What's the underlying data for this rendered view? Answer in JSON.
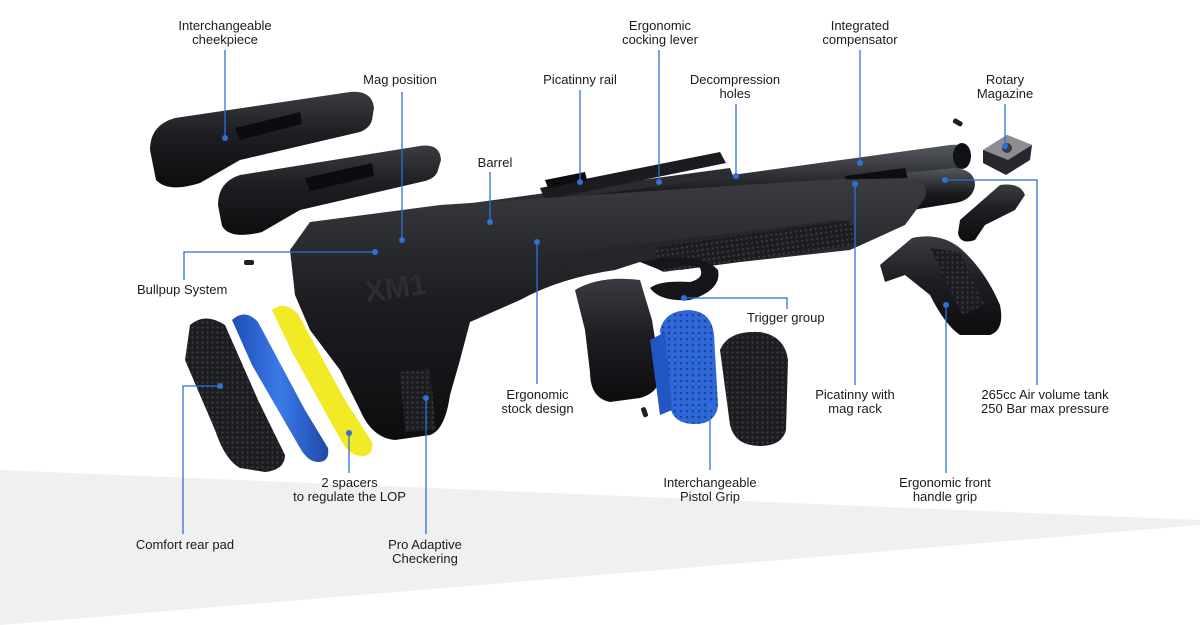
{
  "colors": {
    "leader": "#2f6fd6",
    "body": "#17181b",
    "spacer_blue": "#2a63d4",
    "spacer_yellow": "#f1ea25",
    "floor": "#ececec"
  },
  "logo_text": "XM1",
  "labels": {
    "cheekpiece": [
      "Interchangeable",
      "cheekpiece"
    ],
    "mag_position": [
      "Mag position"
    ],
    "barrel": [
      "Barrel"
    ],
    "bullpup": [
      "Bullpup System"
    ],
    "picatinny_rail": [
      "Picatinny rail"
    ],
    "cocking_lever": [
      "Ergonomic",
      "cocking lever"
    ],
    "decompression": [
      "Decompression",
      "holes"
    ],
    "compensator": [
      "Integrated",
      "compensator"
    ],
    "rotary_magazine": [
      "Rotary",
      "Magazine"
    ],
    "trigger_group": [
      "Trigger group"
    ],
    "stock_design": [
      "Ergonomic",
      "stock design"
    ],
    "picatinny_mag_rack": [
      "Picatinny with",
      "mag rack"
    ],
    "air_tank": [
      "265cc Air volume tank",
      "250 Bar max pressure"
    ],
    "spacers": [
      "2 spacers",
      "to regulate the LOP"
    ],
    "pistol_grip": [
      "Interchangeable",
      "Pistol Grip"
    ],
    "front_grip": [
      "Ergonomic front",
      "handle grip"
    ],
    "rear_pad": [
      "Comfort rear pad"
    ],
    "checkering": [
      "Pro Adaptive",
      "Checkering"
    ]
  }
}
